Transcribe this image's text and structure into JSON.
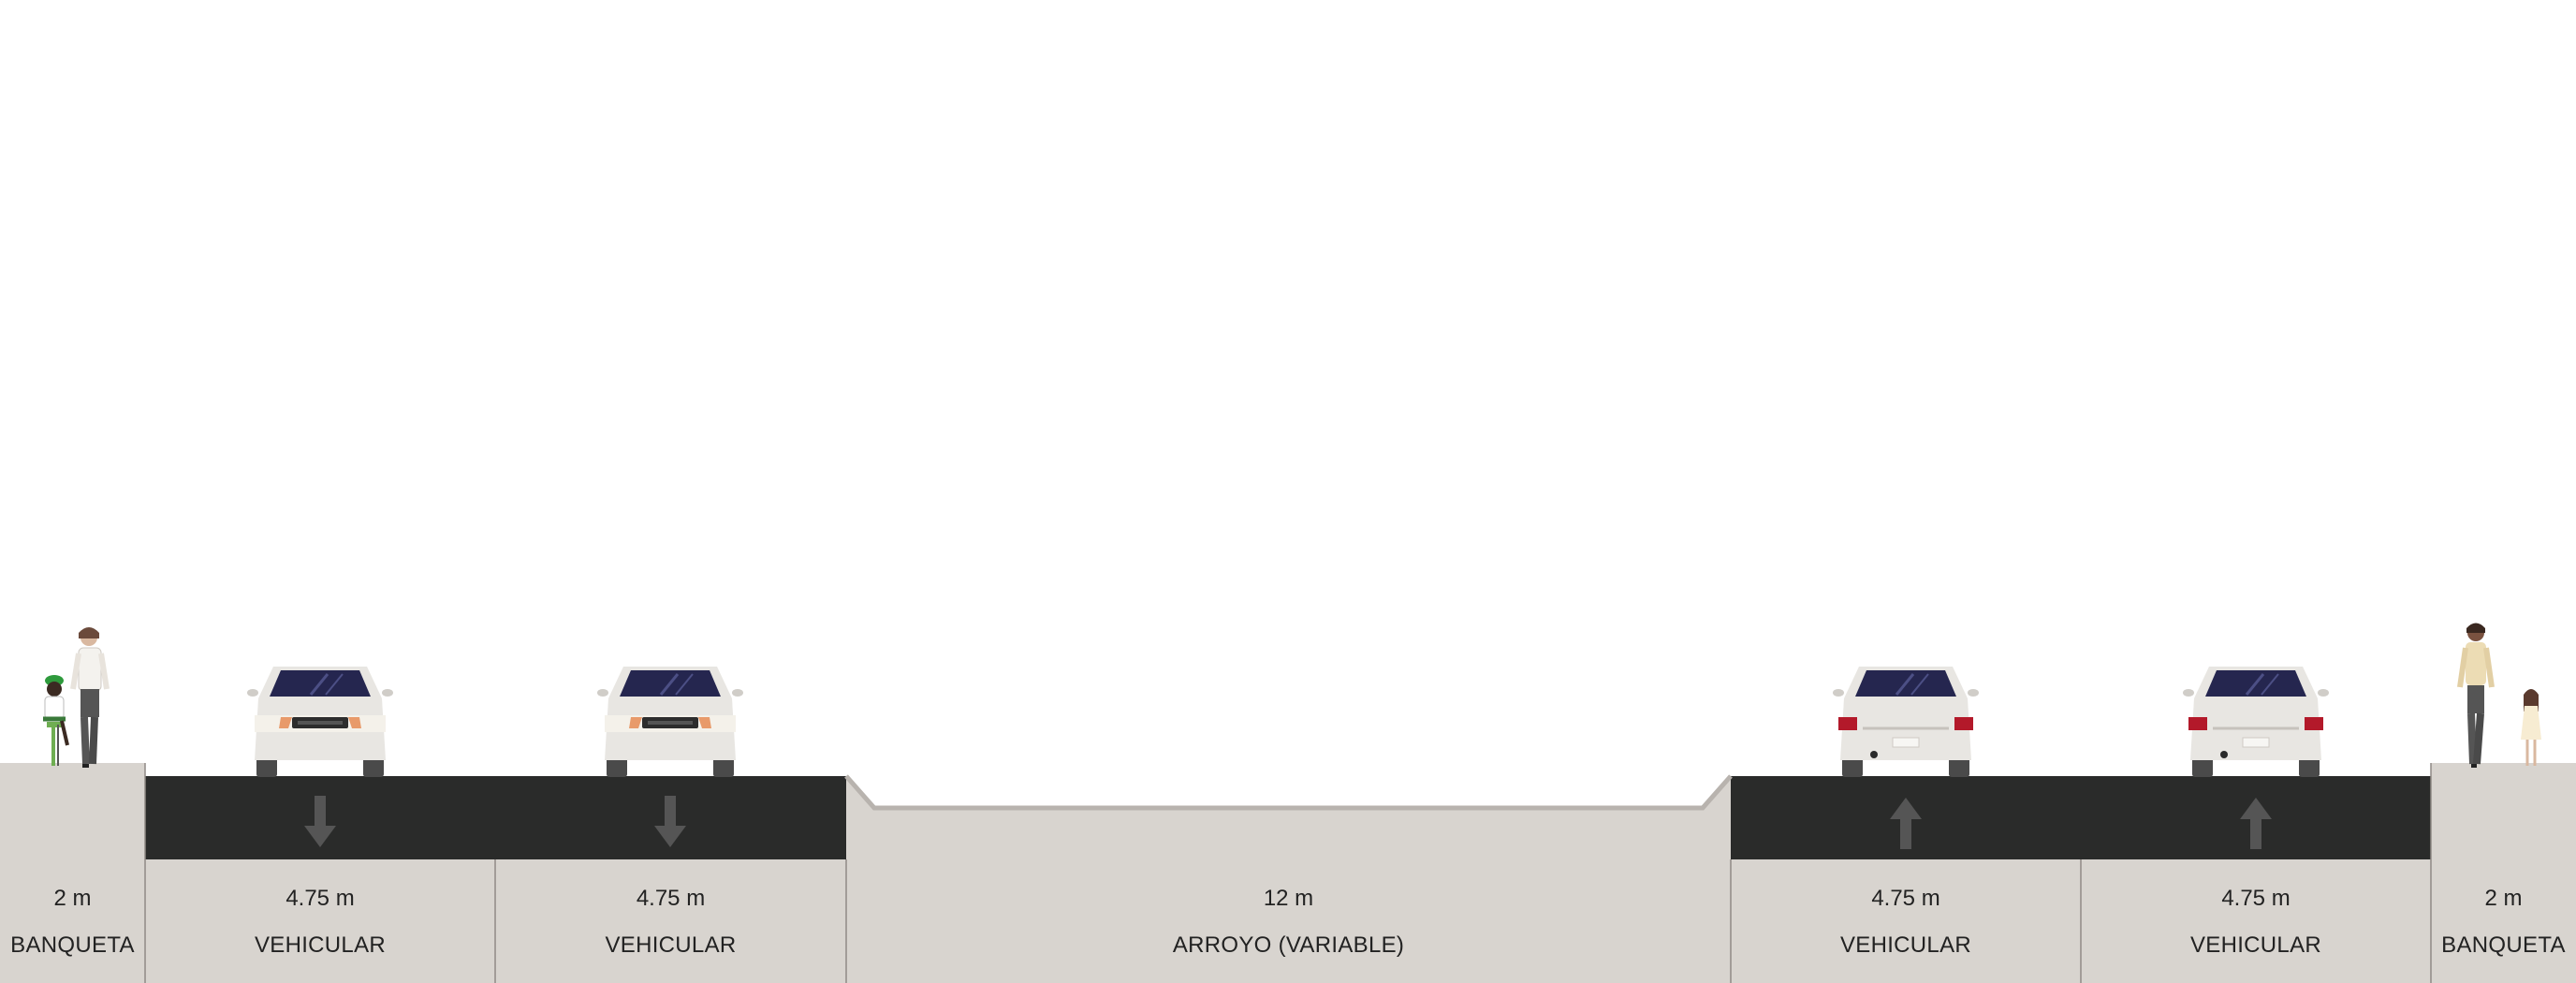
{
  "colors": {
    "background": "#ffffff",
    "ground": "#d8d4cf",
    "asphalt": "#2a2b2a",
    "divider": "#8f8a85",
    "arrow": "#555555",
    "curb": "#b8b3ae"
  },
  "segments": [
    {
      "id": "sidewalk-left",
      "width_label": "2 m",
      "name": "BANQUETA"
    },
    {
      "id": "lane-1",
      "width_label": "4.75 m",
      "name": "VEHICULAR",
      "direction": "down",
      "car_view": "front"
    },
    {
      "id": "lane-2",
      "width_label": "4.75 m",
      "name": "VEHICULAR",
      "direction": "down",
      "car_view": "front"
    },
    {
      "id": "median",
      "width_label": "12 m",
      "name": "ARROYO (VARIABLE)"
    },
    {
      "id": "lane-3",
      "width_label": "4.75 m",
      "name": "VEHICULAR",
      "direction": "up",
      "car_view": "rear"
    },
    {
      "id": "lane-4",
      "width_label": "4.75 m",
      "name": "VEHICULAR",
      "direction": "up",
      "car_view": "rear"
    },
    {
      "id": "sidewalk-right",
      "width_label": "2 m",
      "name": "BANQUETA"
    }
  ]
}
